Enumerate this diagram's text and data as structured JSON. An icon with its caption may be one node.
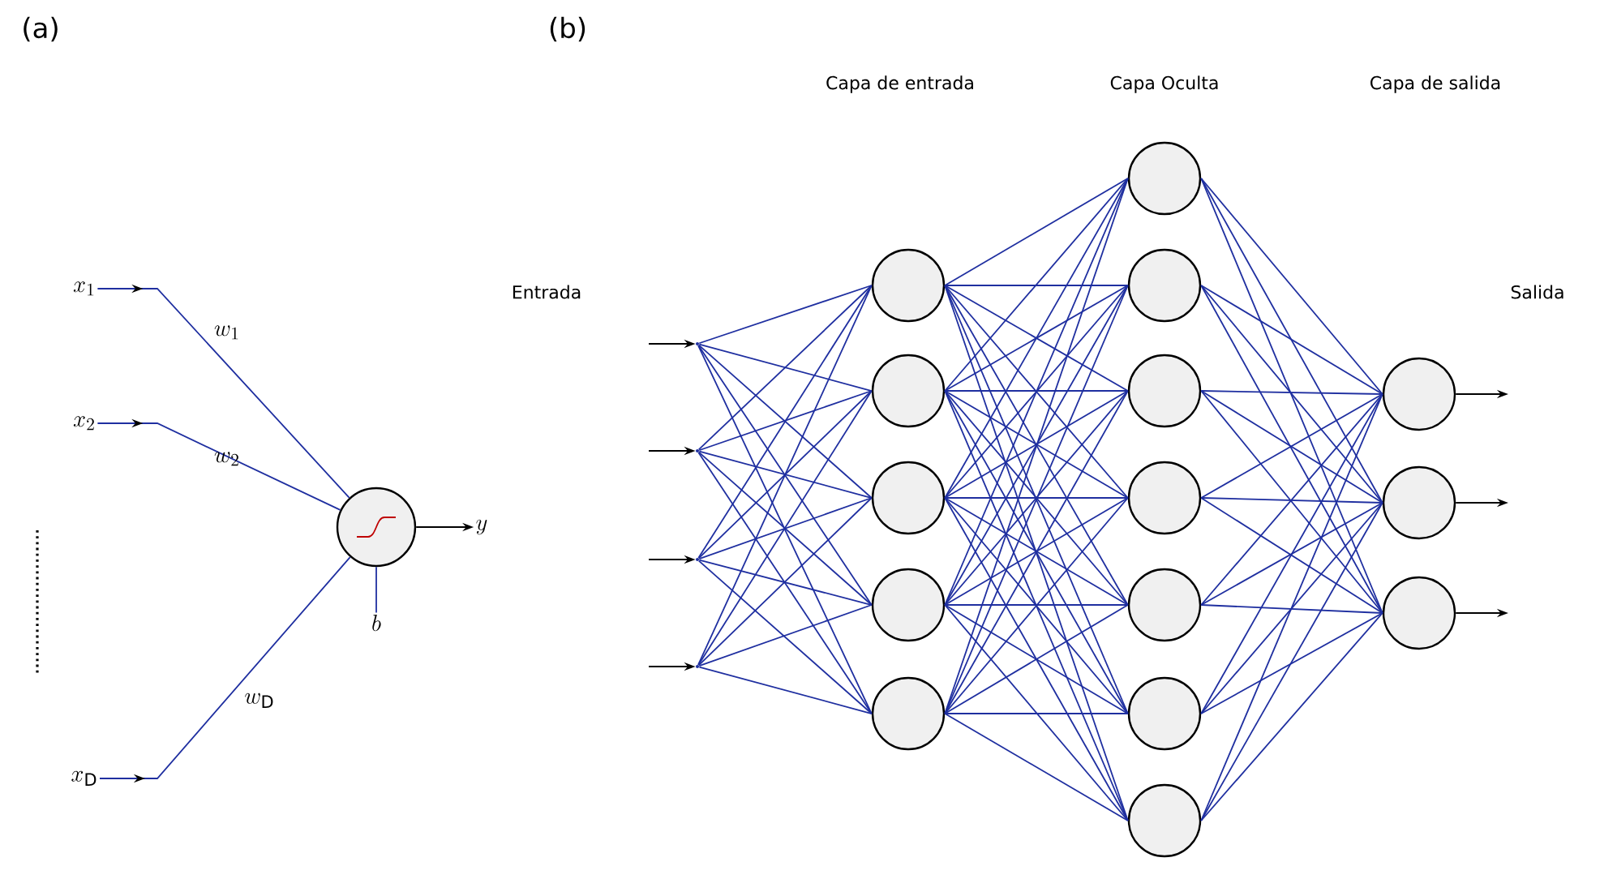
{
  "diagram": {
    "nodes": [
      {
        "text": [
          "x_1"
        ]
      },
      {
        "text": [
          "x_2"
        ]
      },
      {
        "text": [
          "x_\\mathrm{D}"
        ]
      },
      {
        "text": [],
        "shape": "circle"
      },
      {
        "text": [
          "y"
        ]
      },
      {
        "text": [
          "b"
        ]
      },
      {
        "text": [],
        "shape": "point"
      },
      {
        "text": [],
        "shape": "point"
      },
      {
        "text": [],
        "shape": "point"
      },
      {
        "text": [],
        "shape": "point"
      },
      {
        "text": [],
        "shape": "circle"
      },
      {
        "text": [],
        "shape": "circle"
      },
      {
        "text": [],
        "shape": "circle"
      },
      {
        "text": [],
        "shape": "circle"
      },
      {
        "text": [],
        "shape": "circle"
      },
      {
        "text": [],
        "shape": "circle"
      },
      {
        "text": [],
        "shape": "circle"
      },
      {
        "text": [],
        "shape": "circle"
      },
      {
        "text": [],
        "shape": "circle"
      },
      {
        "text": [],
        "shape": "circle"
      },
      {
        "text": [],
        "shape": "circle"
      },
      {
        "text": [],
        "shape": "circle"
      },
      {
        "text": [],
        "shape": "circle"
      },
      {
        "text": [],
        "shape": "circle"
      },
      {
        "text": [],
        "shape": "circle"
      }
    ],
    "edges": [
      {
        "from": 0,
        "to": 3,
        "arrow": "to",
        "label": "w_1"
      },
      {
        "from": 1,
        "to": 3,
        "arrow": "to",
        "label": "w_2"
      },
      {
        "from": 2,
        "to": 3,
        "arrow": "to",
        "label": "w_\\mathrm{D}"
      },
      {
        "from": 3,
        "to": 4,
        "arrow": "to",
        "color": "#000000"
      },
      {
        "from": 3,
        "to": 5,
        "arrow": "none"
      },
      {
        "from": null,
        "to": 6,
        "arrow": "to",
        "color": "#000000"
      },
      {
        "from": null,
        "to": 7,
        "arrow": "to",
        "color": "#000000"
      },
      {
        "from": null,
        "to": 8,
        "arrow": "to",
        "color": "#000000"
      },
      {
        "from": null,
        "to": 9,
        "arrow": "to",
        "color": "#000000"
      },
      {
        "from": 6,
        "to": 10,
        "arrow": "none"
      },
      {
        "from": 6,
        "to": 11,
        "arrow": "none"
      },
      {
        "from": 6,
        "to": 12,
        "arrow": "none"
      },
      {
        "from": 6,
        "to": 13,
        "arrow": "none"
      },
      {
        "from": 6,
        "to": 14,
        "arrow": "none"
      },
      {
        "from": 7,
        "to": 10,
        "arrow": "none"
      },
      {
        "from": 7,
        "to": 11,
        "arrow": "none"
      },
      {
        "from": 7,
        "to": 12,
        "arrow": "none"
      },
      {
        "from": 7,
        "to": 13,
        "arrow": "none"
      },
      {
        "from": 7,
        "to": 14,
        "arrow": "none"
      },
      {
        "from": 8,
        "to": 10,
        "arrow": "none"
      },
      {
        "from": 8,
        "to": 11,
        "arrow": "none"
      },
      {
        "from": 8,
        "to": 12,
        "arrow": "none"
      },
      {
        "from": 8,
        "to": 13,
        "arrow": "none"
      },
      {
        "from": 8,
        "to": 14,
        "arrow": "none"
      },
      {
        "from": 9,
        "to": 10,
        "arrow": "none"
      },
      {
        "from": 9,
        "to": 11,
        "arrow": "none"
      },
      {
        "from": 9,
        "to": 12,
        "arrow": "none"
      },
      {
        "from": 9,
        "to": 13,
        "arrow": "none"
      },
      {
        "from": 9,
        "to": 14,
        "arrow": "none"
      },
      {
        "from": 10,
        "to": 15,
        "arrow": "none"
      },
      {
        "from": 10,
        "to": 16,
        "arrow": "none"
      },
      {
        "from": 10,
        "to": 17,
        "arrow": "none"
      },
      {
        "from": 10,
        "to": 18,
        "arrow": "none"
      },
      {
        "from": 10,
        "to": 19,
        "arrow": "none"
      },
      {
        "from": 10,
        "to": 20,
        "arrow": "none"
      },
      {
        "from": 10,
        "to": 21,
        "arrow": "none"
      },
      {
        "from": 11,
        "to": 15,
        "arrow": "none"
      },
      {
        "from": 11,
        "to": 16,
        "arrow": "none"
      },
      {
        "from": 11,
        "to": 17,
        "arrow": "none"
      },
      {
        "from": 11,
        "to": 18,
        "arrow": "none"
      },
      {
        "from": 11,
        "to": 19,
        "arrow": "none"
      },
      {
        "from": 11,
        "to": 20,
        "arrow": "none"
      },
      {
        "from": 11,
        "to": 21,
        "arrow": "none"
      },
      {
        "from": 12,
        "to": 15,
        "arrow": "none"
      },
      {
        "from": 12,
        "to": 16,
        "arrow": "none"
      },
      {
        "from": 12,
        "to": 17,
        "arrow": "none"
      },
      {
        "from": 12,
        "to": 18,
        "arrow": "none"
      },
      {
        "from": 12,
        "to": 19,
        "arrow": "none"
      },
      {
        "from": 12,
        "to": 20,
        "arrow": "none"
      },
      {
        "from": 12,
        "to": 21,
        "arrow": "none"
      },
      {
        "from": 13,
        "to": 15,
        "arrow": "none"
      },
      {
        "from": 13,
        "to": 16,
        "arrow": "none"
      },
      {
        "from": 13,
        "to": 17,
        "arrow": "none"
      },
      {
        "from": 13,
        "to": 18,
        "arrow": "none"
      },
      {
        "from": 13,
        "to": 19,
        "arrow": "none"
      },
      {
        "from": 13,
        "to": 20,
        "arrow": "none"
      },
      {
        "from": 13,
        "to": 21,
        "arrow": "none"
      },
      {
        "from": 14,
        "to": 15,
        "arrow": "none"
      },
      {
        "from": 14,
        "to": 16,
        "arrow": "none"
      },
      {
        "from": 14,
        "to": 17,
        "arrow": "none"
      },
      {
        "from": 14,
        "to": 18,
        "arrow": "none"
      },
      {
        "from": 14,
        "to": 19,
        "arrow": "none"
      },
      {
        "from": 14,
        "to": 20,
        "arrow": "none"
      },
      {
        "from": 14,
        "to": 21,
        "arrow": "none"
      },
      {
        "from": 15,
        "to": 22,
        "arrow": "none"
      },
      {
        "from": 15,
        "to": 23,
        "arrow": "none"
      },
      {
        "from": 15,
        "to": 24,
        "arrow": "none"
      },
      {
        "from": 16,
        "to": 22,
        "arrow": "none"
      },
      {
        "from": 16,
        "to": 23,
        "arrow": "none"
      },
      {
        "from": 16,
        "to": 24,
        "arrow": "none"
      },
      {
        "from": 17,
        "to": 22,
        "arrow": "none"
      },
      {
        "from": 17,
        "to": 23,
        "arrow": "none"
      },
      {
        "from": 17,
        "to": 24,
        "arrow": "none"
      },
      {
        "from": 18,
        "to": 22,
        "arrow": "none"
      },
      {
        "from": 18,
        "to": 23,
        "arrow": "none"
      },
      {
        "from": 18,
        "to": 24,
        "arrow": "none"
      },
      {
        "from": 19,
        "to": 22,
        "arrow": "none"
      },
      {
        "from": 19,
        "to": 23,
        "arrow": "none"
      },
      {
        "from": 19,
        "to": 24,
        "arrow": "none"
      },
      {
        "from": 20,
        "to": 22,
        "arrow": "none"
      },
      {
        "from": 20,
        "to": 23,
        "arrow": "none"
      },
      {
        "from": 20,
        "to": 24,
        "arrow": "none"
      },
      {
        "from": 21,
        "to": 22,
        "arrow": "none"
      },
      {
        "from": 21,
        "to": 23,
        "arrow": "none"
      },
      {
        "from": 21,
        "to": 24,
        "arrow": "none"
      },
      {
        "from": 22,
        "to": null,
        "arrow": "to",
        "color": "#000000"
      },
      {
        "from": 23,
        "to": null,
        "arrow": "to",
        "color": "#000000"
      },
      {
        "from": 24,
        "to": null,
        "arrow": "to",
        "color": "#000000"
      }
    ],
    "labels": [
      "(a)",
      "(b)",
      "Capa de entrada",
      "Capa Oculta",
      "Capa de salida",
      "Entrada",
      "Salida"
    ]
  }
}
